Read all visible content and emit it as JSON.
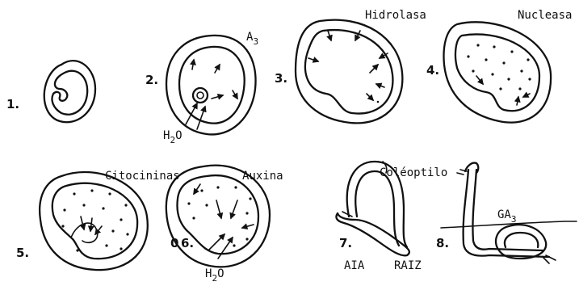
{
  "stages": [
    {
      "number": "1."
    },
    {
      "number": "2.",
      "label": "A",
      "label_sub": "3",
      "water": "H",
      "water_sub": "2",
      "water_tail": "O"
    },
    {
      "number": "3.",
      "label": "Hidrolasa"
    },
    {
      "number": "4.",
      "label": "Nucleasa"
    },
    {
      "number": "5.",
      "label": "Citocininas"
    },
    {
      "number": "6.",
      "prefix": "0",
      "label": "Auxina",
      "water": "H",
      "water_sub": "2",
      "water_tail": "O"
    },
    {
      "number": "7.",
      "label": "Coléoptilo",
      "label_left": "AIA",
      "label_right": "RAIZ"
    },
    {
      "number": "8.",
      "label": "GA",
      "label_sub": "3"
    }
  ],
  "colors": {
    "ink": "#111111",
    "background": "#ffffff"
  }
}
